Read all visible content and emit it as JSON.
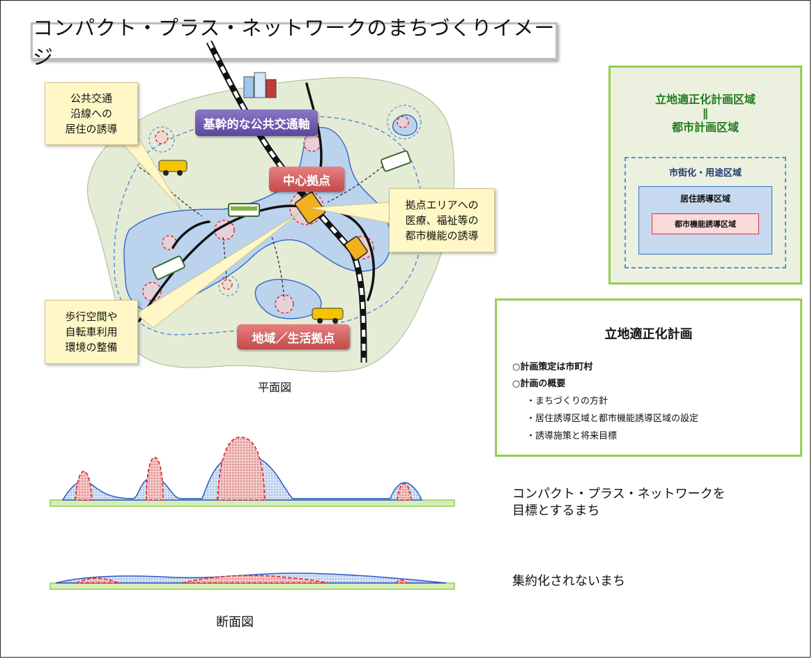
{
  "title": "コンパクト・プラス・ネットワークのまちづくりイメージ",
  "map": {
    "callouts": {
      "transit_corridor": "公共交通\n沿線への\n居住の誘導",
      "hub_functions": "拠点エリアへの\n医療、福祉等の\n都市機能の誘導",
      "walk_cycle": "歩行空間や\n自転車利用\n環境の整備"
    },
    "tags": {
      "transit_axis": "基幹的な公共交通軸",
      "central_hub": "中心拠点",
      "local_hub": "地域／生活拠点"
    },
    "caption": "平面図"
  },
  "zones": {
    "outer_title": "立地適正化計画区域\n∥\n都市計画区域",
    "middle": "市街化・用途区域",
    "inner": "居住誘導区域",
    "core": "都市機能誘導区域"
  },
  "plan": {
    "title": "立地適正化計画",
    "items": [
      "○計画策定は市町村",
      "○計画の概要"
    ],
    "sub_items": [
      "・まちづくりの方針",
      "・居住誘導区域と都市機能誘導区域の設定",
      "・誘導施策と将来目標"
    ]
  },
  "cross_section": {
    "compact_label": "コンパクト・プラス・ネットワークを\n目標とするまち",
    "sprawl_label": "集約化されないまち",
    "caption": "断面図"
  },
  "colors": {
    "land": "#e4ecd6",
    "residential": "#bcd3ee",
    "hub_red": "#e03030",
    "zone_green": "#92d050"
  }
}
